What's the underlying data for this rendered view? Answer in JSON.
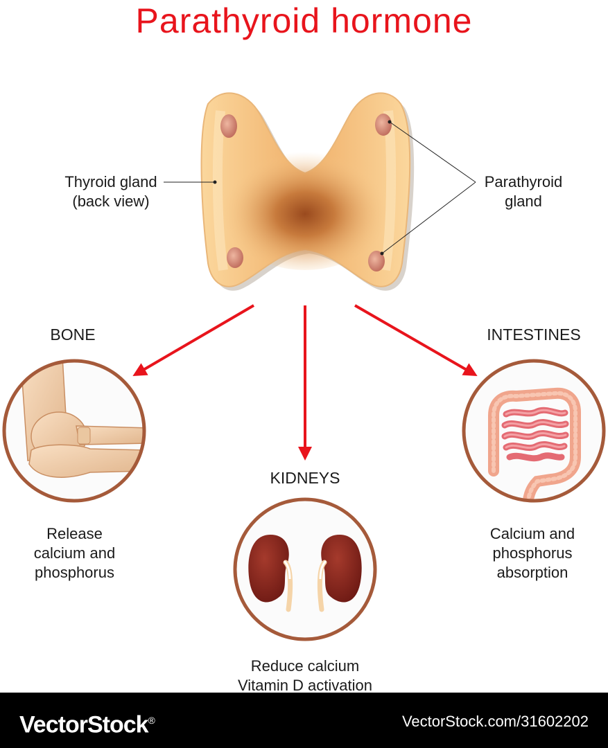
{
  "title": "Parathyroid hormone",
  "labels": {
    "thyroid": "Thyroid gland\n(back view)",
    "parathyroid": "Parathyroid\ngland"
  },
  "organs": {
    "bone": {
      "name": "BONE",
      "effect": "Release\ncalcium and\nphosphorus"
    },
    "kidneys": {
      "name": "KIDNEYS",
      "effect": "Reduce calcium\nVitamin D activation"
    },
    "intestines": {
      "name": "INTESTINES",
      "effect": "Calcium and\nphosphorus\nabsorption"
    }
  },
  "footer": {
    "brand": "VectorStock",
    "registered_mark": "®",
    "url": "VectorStock.com/31602202"
  },
  "colors": {
    "title": "#e8141c",
    "arrow": "#e8141c",
    "circle_border": "#a55a3a"
  }
}
